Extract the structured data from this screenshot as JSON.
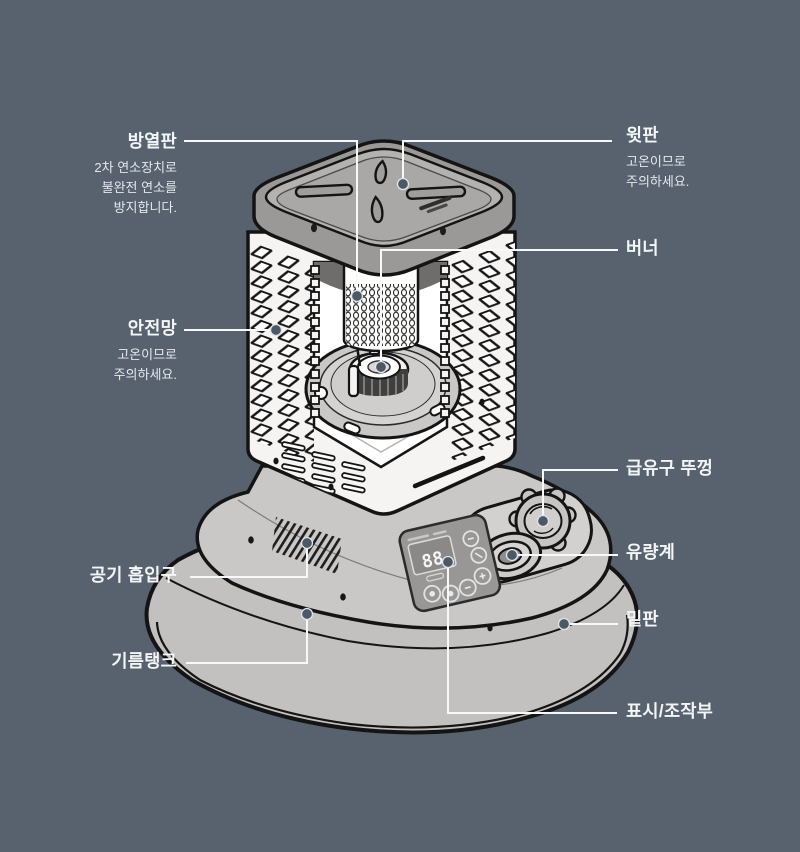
{
  "background_color": "#57626e",
  "diagram": {
    "subject": "kerosene-heater-parts-diagram",
    "display_value": "88",
    "colors": {
      "background": "#57626e",
      "callout_line": "#f6f8f9",
      "callout_dot": "#4c5866",
      "label_text": "#f3f5f7",
      "body_white": "#f5f4f2",
      "base_gray": "#c9c8c6",
      "top_plate_gray": "#b3b2b0",
      "panel_gray": "#989795",
      "outline": "#141414"
    },
    "labels_left": [
      {
        "id": "heat-shield",
        "title": "방열판",
        "subtitle_lines": [
          "2차 연소장치로",
          "불완전 연소를",
          "방지합니다."
        ]
      },
      {
        "id": "safety-grille",
        "title": "안전망",
        "subtitle_lines": [
          "고온이므로",
          "주의하세요."
        ]
      },
      {
        "id": "air-intake",
        "title": "공기 흡입구",
        "subtitle_lines": []
      },
      {
        "id": "oil-tank",
        "title": "기름탱크",
        "subtitle_lines": []
      }
    ],
    "labels_right": [
      {
        "id": "top-plate",
        "title": "윗판",
        "subtitle_lines": [
          "고온이므로",
          "주의하세요."
        ]
      },
      {
        "id": "burner",
        "title": "버너",
        "subtitle_lines": []
      },
      {
        "id": "fuel-cap",
        "title": "급유구 뚜껑",
        "subtitle_lines": []
      },
      {
        "id": "fuel-gauge",
        "title": "유량계",
        "subtitle_lines": []
      },
      {
        "id": "base-plate",
        "title": "밑판",
        "subtitle_lines": []
      },
      {
        "id": "control-panel",
        "title": "표시/조작부",
        "subtitle_lines": []
      }
    ]
  }
}
